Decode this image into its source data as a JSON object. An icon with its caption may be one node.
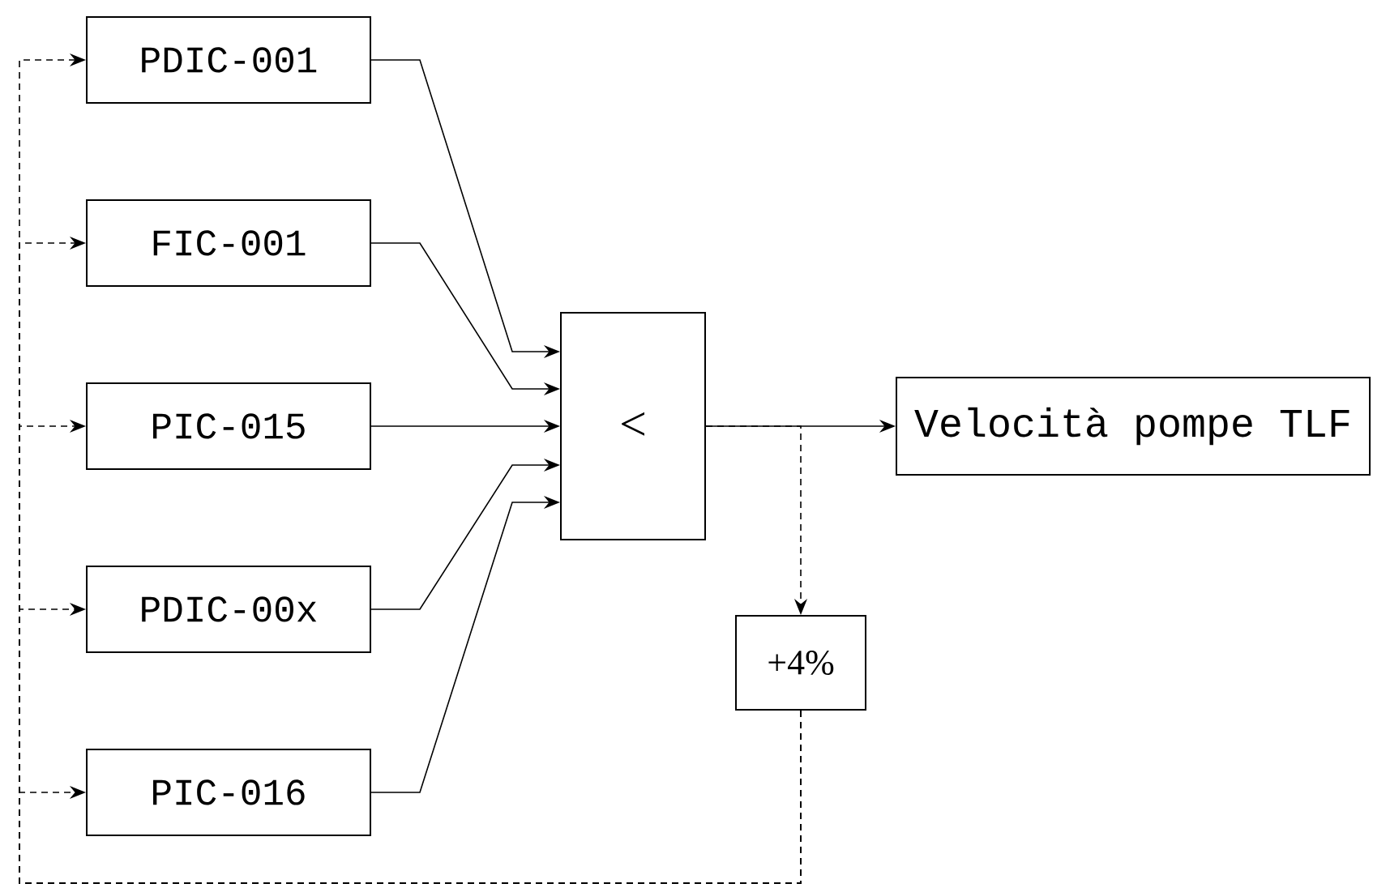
{
  "diagram": {
    "nodes": [
      {
        "text": [
          "PDIC-001"
        ]
      },
      {
        "text": [
          "FIC-001"
        ]
      },
      {
        "text": [
          "PIC-015"
        ]
      },
      {
        "text": [
          "PDIC-00x"
        ]
      },
      {
        "text": [
          "PIC-016"
        ]
      },
      {
        "text": [
          "<"
        ]
      },
      {
        "text": [
          "Velocità pompe TLF"
        ]
      },
      {
        "text": [
          "+4%"
        ]
      }
    ],
    "edges": [
      {
        "from": 0,
        "to": 5,
        "arrow": "to"
      },
      {
        "from": 1,
        "to": 5,
        "arrow": "to"
      },
      {
        "from": 2,
        "to": 5,
        "arrow": "to"
      },
      {
        "from": 3,
        "to": 5,
        "arrow": "to"
      },
      {
        "from": 4,
        "to": 5,
        "arrow": "to"
      },
      {
        "from": 5,
        "to": 6,
        "arrow": "to"
      },
      {
        "from": 5,
        "to": 7,
        "arrow": "to",
        "style": "dashed"
      },
      {
        "from": 7,
        "to": 0,
        "arrow": "to",
        "style": "dashed"
      },
      {
        "from": 7,
        "to": 1,
        "arrow": "to",
        "style": "dashed"
      },
      {
        "from": 7,
        "to": 2,
        "arrow": "to",
        "style": "dashed"
      },
      {
        "from": 7,
        "to": 3,
        "arrow": "to",
        "style": "dashed"
      },
      {
        "from": 7,
        "to": 4,
        "arrow": "to",
        "style": "dashed"
      }
    ]
  }
}
